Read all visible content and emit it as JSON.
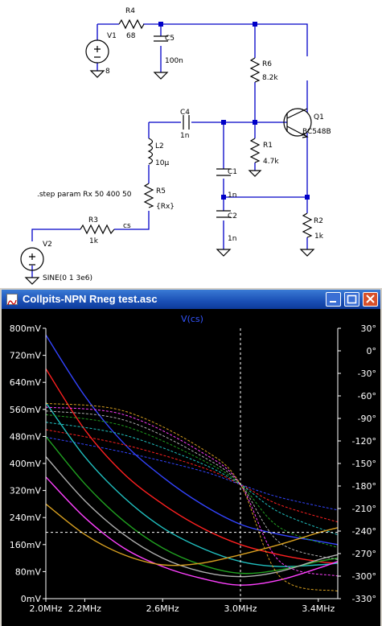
{
  "schematic": {
    "components": {
      "r4": {
        "name": "R4",
        "value": "68"
      },
      "v1": {
        "name": "V1",
        "value": "8"
      },
      "c5": {
        "name": "C5",
        "value": "100n"
      },
      "r6": {
        "name": "R6",
        "value": "8.2k"
      },
      "q1": {
        "name": "Q1",
        "value": "BC548B"
      },
      "c4": {
        "name": "C4",
        "value": "1n"
      },
      "l2": {
        "name": "L2",
        "value": "10µ"
      },
      "r1": {
        "name": "R1",
        "value": "4.7k"
      },
      "c1": {
        "name": "C1",
        "value": "1n"
      },
      "c2": {
        "name": "C2",
        "value": "1n"
      },
      "r5": {
        "name": "R5",
        "value": "{Rx}"
      },
      "r2": {
        "name": "R2",
        "value": "1k"
      },
      "r3": {
        "name": "R3",
        "value": "1k"
      },
      "v2": {
        "name": "V2",
        "value": "SINE(0 1 3e6)"
      }
    },
    "directive": ".step param Rx 50 400 50",
    "net_label": "cs"
  },
  "plot_window": {
    "title": "Collpits-NPN Rneg test.asc",
    "trace_label": "V(cs)",
    "buttons": {
      "minimize": "minimize",
      "maximize": "maximize",
      "close": "close"
    }
  },
  "chart_data": {
    "type": "line",
    "title": "V(cs)",
    "x_ticks": [
      "2.0MHz",
      "2.2MHz",
      "2.6MHz",
      "3.0MHz",
      "3.4MHz"
    ],
    "x_tick_values": [
      2.0,
      2.2,
      2.6,
      3.0,
      3.4
    ],
    "xlim": [
      2.0,
      3.5
    ],
    "ylim_left": [
      0,
      800
    ],
    "y_ticks_left": [
      "0mV",
      "80mV",
      "160mV",
      "240mV",
      "320mV",
      "400mV",
      "480mV",
      "560mV",
      "640mV",
      "720mV",
      "800mV"
    ],
    "ylim_right": [
      -330,
      30
    ],
    "y_ticks_right": [
      "30°",
      "0°",
      "-30°",
      "-60°",
      "-90°",
      "-120°",
      "-150°",
      "-180°",
      "-210°",
      "-240°",
      "-270°",
      "-300°",
      "-330°"
    ],
    "cursor": {
      "x": 3.0,
      "y": 196
    },
    "background": "#000000",
    "grid": false,
    "series": [
      {
        "color": "#3344ff",
        "magnitude_mV": [
          [
            2.0,
            780
          ],
          [
            2.2,
            600
          ],
          [
            2.4,
            460
          ],
          [
            2.6,
            360
          ],
          [
            2.8,
            280
          ],
          [
            3.0,
            220
          ],
          [
            3.2,
            190
          ],
          [
            3.4,
            170
          ],
          [
            3.5,
            160
          ]
        ],
        "phase_deg": [
          [
            2.0,
            -115
          ],
          [
            2.4,
            -135
          ],
          [
            2.8,
            -160
          ],
          [
            3.0,
            -178
          ],
          [
            3.2,
            -195
          ],
          [
            3.5,
            -212
          ]
        ]
      },
      {
        "color": "#ff2020",
        "magnitude_mV": [
          [
            2.0,
            680
          ],
          [
            2.2,
            500
          ],
          [
            2.4,
            370
          ],
          [
            2.6,
            280
          ],
          [
            2.8,
            210
          ],
          [
            3.0,
            160
          ],
          [
            3.2,
            130
          ],
          [
            3.4,
            110
          ],
          [
            3.5,
            105
          ]
        ],
        "phase_deg": [
          [
            2.0,
            -105
          ],
          [
            2.4,
            -125
          ],
          [
            2.8,
            -155
          ],
          [
            3.0,
            -178
          ],
          [
            3.2,
            -205
          ],
          [
            3.5,
            -228
          ]
        ]
      },
      {
        "color": "#20c0c0",
        "magnitude_mV": [
          [
            2.0,
            580
          ],
          [
            2.2,
            420
          ],
          [
            2.4,
            300
          ],
          [
            2.6,
            210
          ],
          [
            2.8,
            150
          ],
          [
            3.0,
            110
          ],
          [
            3.2,
            95
          ],
          [
            3.4,
            100
          ],
          [
            3.5,
            105
          ]
        ],
        "phase_deg": [
          [
            2.0,
            -95
          ],
          [
            2.4,
            -112
          ],
          [
            2.8,
            -150
          ],
          [
            3.0,
            -178
          ],
          [
            3.2,
            -215
          ],
          [
            3.5,
            -245
          ]
        ]
      },
      {
        "color": "#20a020",
        "magnitude_mV": [
          [
            2.0,
            480
          ],
          [
            2.2,
            340
          ],
          [
            2.4,
            230
          ],
          [
            2.6,
            150
          ],
          [
            2.8,
            100
          ],
          [
            3.0,
            75
          ],
          [
            3.2,
            85
          ],
          [
            3.4,
            110
          ],
          [
            3.5,
            120
          ]
        ],
        "phase_deg": [
          [
            2.0,
            -85
          ],
          [
            2.4,
            -100
          ],
          [
            2.8,
            -145
          ],
          [
            3.0,
            -178
          ],
          [
            3.2,
            -235
          ],
          [
            3.5,
            -262
          ]
        ]
      },
      {
        "color": "#b0b0b0",
        "magnitude_mV": [
          [
            2.0,
            420
          ],
          [
            2.2,
            290
          ],
          [
            2.4,
            190
          ],
          [
            2.6,
            120
          ],
          [
            2.8,
            80
          ],
          [
            3.0,
            65
          ],
          [
            3.2,
            80
          ],
          [
            3.4,
            115
          ],
          [
            3.5,
            130
          ]
        ],
        "phase_deg": [
          [
            2.0,
            -80
          ],
          [
            2.4,
            -92
          ],
          [
            2.8,
            -140
          ],
          [
            3.0,
            -178
          ],
          [
            3.2,
            -255
          ],
          [
            3.5,
            -278
          ]
        ]
      },
      {
        "color": "#ff40ff",
        "magnitude_mV": [
          [
            2.0,
            360
          ],
          [
            2.2,
            240
          ],
          [
            2.4,
            150
          ],
          [
            2.6,
            95
          ],
          [
            2.8,
            60
          ],
          [
            3.0,
            40
          ],
          [
            3.2,
            55
          ],
          [
            3.4,
            90
          ],
          [
            3.5,
            110
          ]
        ],
        "phase_deg": [
          [
            2.0,
            -75
          ],
          [
            2.4,
            -85
          ],
          [
            2.8,
            -135
          ],
          [
            3.0,
            -178
          ],
          [
            3.2,
            -280
          ],
          [
            3.5,
            -300
          ]
        ]
      },
      {
        "color": "#d8a020",
        "magnitude_mV": [
          [
            2.0,
            280
          ],
          [
            2.2,
            190
          ],
          [
            2.4,
            130
          ],
          [
            2.6,
            100
          ],
          [
            2.8,
            105
          ],
          [
            3.0,
            130
          ],
          [
            3.2,
            160
          ],
          [
            3.4,
            195
          ],
          [
            3.5,
            210
          ]
        ],
        "phase_deg": [
          [
            2.0,
            -70
          ],
          [
            2.4,
            -80
          ],
          [
            2.8,
            -130
          ],
          [
            3.0,
            -178
          ],
          [
            3.2,
            -300
          ],
          [
            3.5,
            -320
          ]
        ]
      }
    ]
  }
}
